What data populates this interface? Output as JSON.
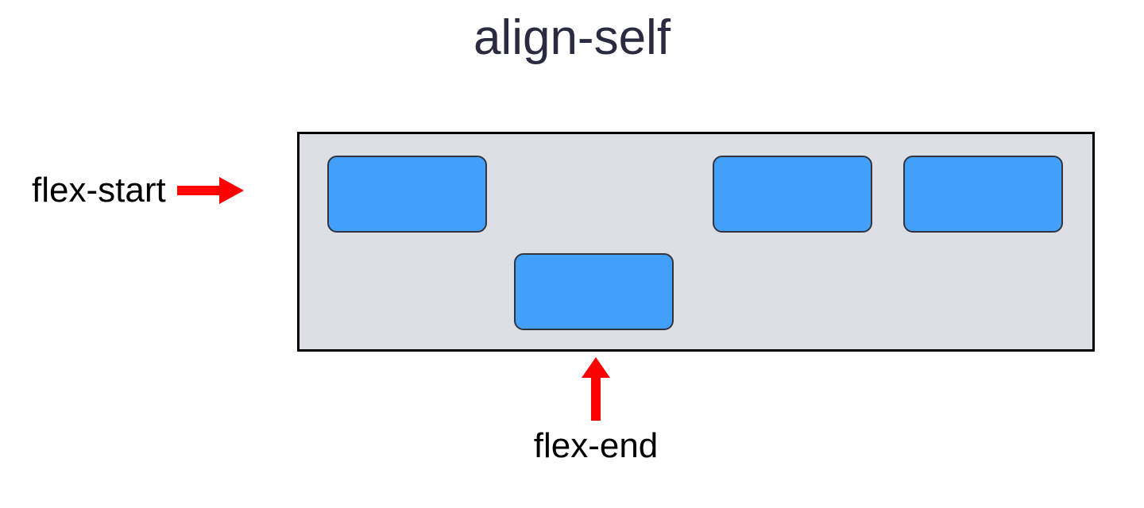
{
  "page": {
    "title": "align-self",
    "background_color": "#ffffff",
    "title_color": "#2a2a40"
  },
  "container": {
    "name": "flex-container",
    "background_color": "#dcdfe4",
    "border_color": "#000000",
    "items": [
      {
        "label": "",
        "align_self": "flex-start",
        "color": "#42a0fb"
      },
      {
        "label": "",
        "align_self": "flex-end",
        "color": "#42a0fb"
      },
      {
        "label": "",
        "align_self": "flex-start",
        "color": "#42a0fb"
      },
      {
        "label": "",
        "align_self": "flex-start",
        "color": "#42a0fb"
      }
    ]
  },
  "annotations": {
    "start": {
      "label": "flex-start",
      "arrow": "arrow-right-icon",
      "arrow_color": "#fe0000",
      "text_color": "#000000"
    },
    "end": {
      "label": "flex-end",
      "arrow": "arrow-up-icon",
      "arrow_color": "#fe0000",
      "text_color": "#000000"
    }
  }
}
